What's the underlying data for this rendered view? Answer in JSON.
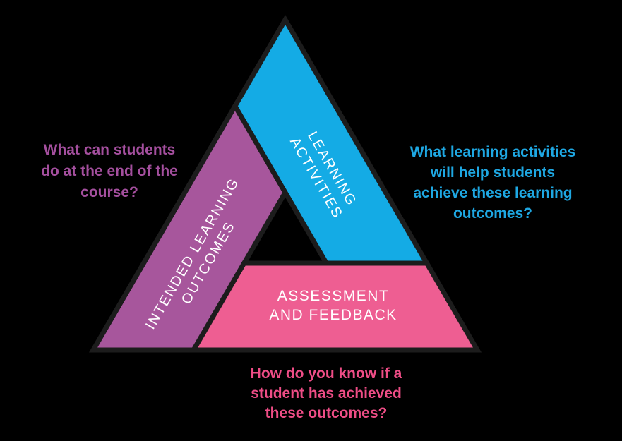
{
  "title": "Constructive alignment triangle diagram",
  "background": "#000000",
  "colors": {
    "outline": "#1C1C1C",
    "purple_bar": "#A7569C",
    "blue_bar": "#14ABE5",
    "pink_bar": "#EE5E92",
    "bar_label_text": "#FFFFFF",
    "question_purple": "#A44F9E",
    "question_blue": "#1EA7E2",
    "question_pink": "#EE4D86"
  },
  "triangle": {
    "bars": {
      "left_label": "INTENDED LEARNING\nOUTCOMES",
      "right_label": "LEARNING\nACTIVITIES",
      "bottom_label": "ASSESSMENT\nAND FEEDBACK"
    }
  },
  "questions": {
    "left": "What can students\ndo at the end of the\ncourse?",
    "right": "What learning activities\nwill help students\nachieve these learning\noutcomes?",
    "bottom": "How do you know if a\nstudent has achieved\nthese outcomes?"
  }
}
